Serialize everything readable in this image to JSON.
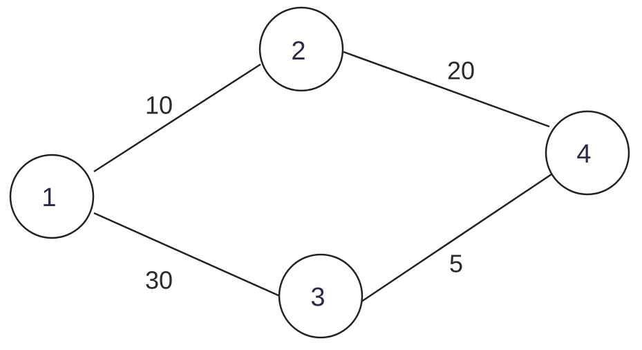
{
  "graph": {
    "nodes": [
      {
        "id": "1",
        "label": "1"
      },
      {
        "id": "2",
        "label": "2"
      },
      {
        "id": "3",
        "label": "3"
      },
      {
        "id": "4",
        "label": "4"
      }
    ],
    "edges": [
      {
        "from": "1",
        "to": "2",
        "weight": "10"
      },
      {
        "from": "2",
        "to": "4",
        "weight": "20"
      },
      {
        "from": "1",
        "to": "3",
        "weight": "30"
      },
      {
        "from": "3",
        "to": "4",
        "weight": "5"
      }
    ]
  }
}
